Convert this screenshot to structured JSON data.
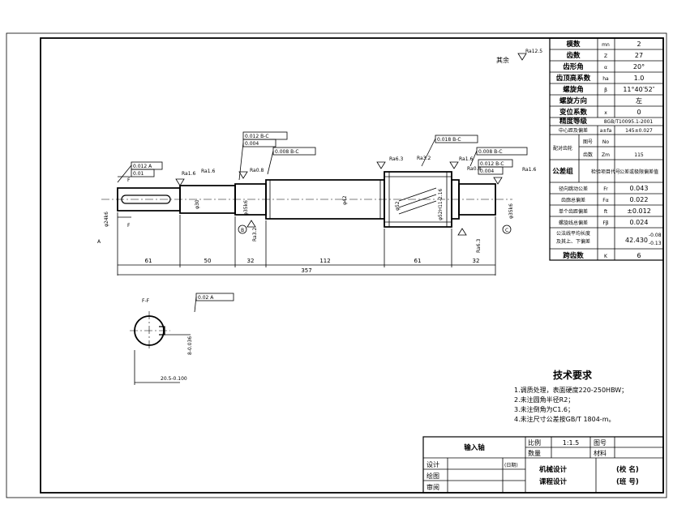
{
  "params": [
    {
      "name": "模数",
      "sym": "mn",
      "val": "2"
    },
    {
      "name": "齿数",
      "sym": "Z",
      "val": "27"
    },
    {
      "name": "齿形角",
      "sym": "α",
      "val": "20°"
    },
    {
      "name": "齿顶高系数",
      "sym": "ha",
      "val": "1.0"
    },
    {
      "name": "螺旋角",
      "sym": "β",
      "val": "11°40′52″"
    },
    {
      "name": "螺旋方向",
      "sym": "",
      "val": "左"
    },
    {
      "name": "变位系数",
      "sym": "x",
      "val": "0"
    }
  ],
  "accuracy": {
    "label": "精度等级",
    "val": "8GB/T10095.1-2001"
  },
  "center": {
    "label": "中心距及偏差",
    "sym": "a±fa",
    "val": "145±0.027"
  },
  "mating": {
    "label": "配对齿轮",
    "r1_sym_label": "图号",
    "r1_sym": "No",
    "r1_val": "",
    "r2_label": "齿数",
    "r2_sym": "Zm",
    "r2_val": "115"
  },
  "tol_group": {
    "label": "公差组",
    "c1": "检验项目代号",
    "c2": "公差或极限偏差值"
  },
  "tol_items": [
    {
      "name": "径向跳动公差",
      "sym": "Fr",
      "val": "0.043"
    },
    {
      "name": "齿廓总偏差",
      "sym": "Fα",
      "val": "0.022"
    },
    {
      "name": "单个齿距偏差",
      "sym": "ft",
      "val": "±0.012"
    },
    {
      "name": "螺旋线总偏差",
      "sym": "Fβ",
      "val": "0.024"
    }
  ],
  "wk": {
    "label1": "公法线平均长度",
    "label2": "及其上、下偏差",
    "val": "42.430",
    "sup": "-0.08",
    "sub": "-0.13"
  },
  "span": {
    "label": "跨齿数",
    "sym": "K",
    "val": "6"
  },
  "tech": {
    "title": "技术要求",
    "items": [
      "1.调质处理，表面硬度220-250HBW；",
      "2.未注圆角半径R2；",
      "3.未注倒角为C1.6；",
      "4.未注尺寸公差按GB/T 1804-m。"
    ]
  },
  "title_block": {
    "part": "输入轴",
    "scale_label": "比例",
    "scale": "1:1.5",
    "qty_label": "数量",
    "drawing_no_label": "图号",
    "material_label": "材料",
    "design": "设计",
    "date": "(日期)",
    "draw": "绘图",
    "review": "审阅",
    "course1": "机械设计",
    "course2": "课程设计",
    "school": "(校 名)",
    "class": "(班 号)"
  },
  "drawing": {
    "roughness_other": "其余",
    "ra_other": "Ra12.5",
    "dims_h": [
      "61",
      "50",
      "32",
      "112",
      "61",
      "32"
    ],
    "dim_total": "357",
    "diams": [
      "φ24k6",
      "φ30",
      "φ35k6",
      "φ42",
      "φ52",
      "φ35k6"
    ],
    "gear_label": "φ52H11-2.16",
    "section_label": "F-F",
    "section_dims": [
      "20.5-0.100",
      "8-0.036"
    ],
    "tol_frames": [
      "0.012 A",
      "0.01",
      "0.012 B-C",
      "0.004",
      "0.008 B-C",
      "0.018 B-C",
      "0.008 B-C",
      "0.012 B-C",
      "0.004",
      "0.02 A"
    ],
    "roughness": [
      "Ra1.6",
      "Ra1.6",
      "Ra0.8",
      "Ra6.3",
      "Ra3.2",
      "Ra1.6",
      "Ra0.8",
      "Ra1.6",
      "Ra3.2",
      "Ra6.3"
    ],
    "datums": [
      "A",
      "B",
      "C",
      "F"
    ]
  }
}
